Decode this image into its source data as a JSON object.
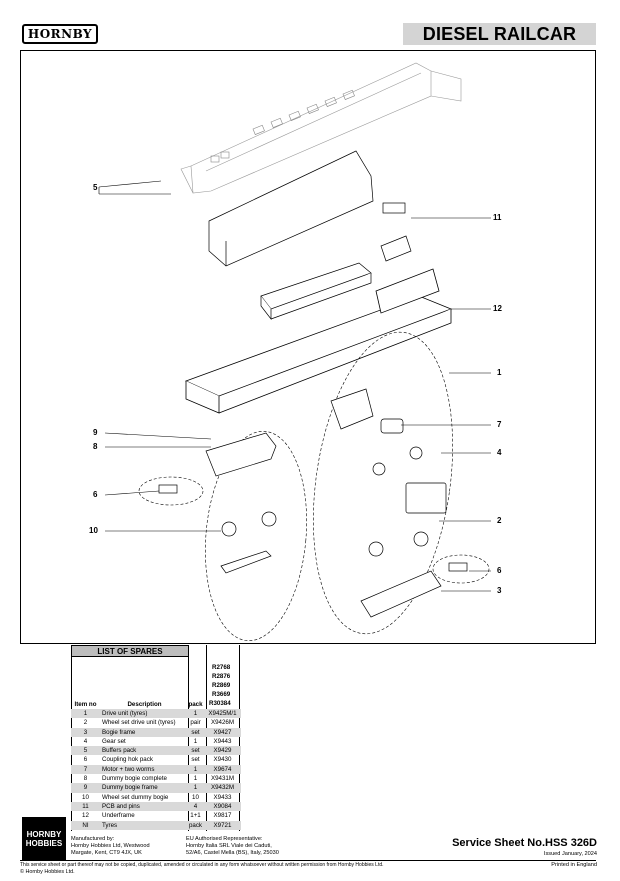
{
  "header": {
    "brand": "HORNBY",
    "title": "DIESEL RAILCAR"
  },
  "callouts": [
    {
      "label": "5"
    },
    {
      "label": "11"
    },
    {
      "label": "12"
    },
    {
      "label": "1"
    },
    {
      "label": "9"
    },
    {
      "label": "8"
    },
    {
      "label": "7"
    },
    {
      "label": "4"
    },
    {
      "label": "6"
    },
    {
      "label": "10"
    },
    {
      "label": "2"
    },
    {
      "label": "6"
    },
    {
      "label": "3"
    }
  ],
  "spares": {
    "heading": "LIST OF SPARES",
    "catalogue_numbers": [
      "R2768",
      "R2876",
      "R2869",
      "R3669",
      "R30384"
    ],
    "col_item": "Item no",
    "col_desc": "Description",
    "col_pack": "pack",
    "rows": [
      {
        "no": "1",
        "desc": "Drive unit (tyres)",
        "pack": "1",
        "code": "X9425M/1"
      },
      {
        "no": "2",
        "desc": "Wheel set drive unit (tyres)",
        "pack": "pair",
        "code": "X9426M"
      },
      {
        "no": "3",
        "desc": "Bogie frame",
        "pack": "set",
        "code": "X9427"
      },
      {
        "no": "4",
        "desc": "Gear set",
        "pack": "1",
        "code": "X9443"
      },
      {
        "no": "5",
        "desc": "Buffers pack",
        "pack": "set",
        "code": "X9429"
      },
      {
        "no": "6",
        "desc": "Coupling hok pack",
        "pack": "set",
        "code": "X9430"
      },
      {
        "no": "7",
        "desc": "Motor + two worms",
        "pack": "1",
        "code": "X9674"
      },
      {
        "no": "8",
        "desc": "Dummy bogie complete",
        "pack": "1",
        "code": "X9431M"
      },
      {
        "no": "9",
        "desc": "Dummy bogie frame",
        "pack": "1",
        "code": "X9432M"
      },
      {
        "no": "10",
        "desc": "Wheel set dummy bogie",
        "pack": "10",
        "code": "X9433"
      },
      {
        "no": "11",
        "desc": "PCB and pins",
        "pack": "4",
        "code": "X9084"
      },
      {
        "no": "12",
        "desc": "Underframe",
        "pack": "1+1",
        "code": "X9817"
      },
      {
        "no": "NI",
        "desc": "Tyres",
        "pack": "pack",
        "code": "X9721"
      }
    ]
  },
  "footer": {
    "logo_line1": "HORNBY",
    "logo_line2": "HOBBIES",
    "mfr_line1": "Manufactured by:",
    "mfr_line2": "Hornby Hobbies Ltd, Westwood",
    "mfr_line3": "Margate, Kent, CT9 4JX, UK",
    "eu_line1": "EU Authorised Representative:",
    "eu_line2": "Hornby Italia SRL Viale dei Caduti,",
    "eu_line3": "52/A6, Castel Mella (BS), Italy, 25030",
    "service_sheet": "Service Sheet No.HSS 326D",
    "issued": "Issued January, 2024",
    "legal": "This service sheet or part thereof may not be copied, duplicated, amended or circulated in any form whatsoever without written permission from Hornby Hobbies Ltd.",
    "printed": "Printed in England",
    "copyright": "© Hornby Hobbies Ltd."
  }
}
